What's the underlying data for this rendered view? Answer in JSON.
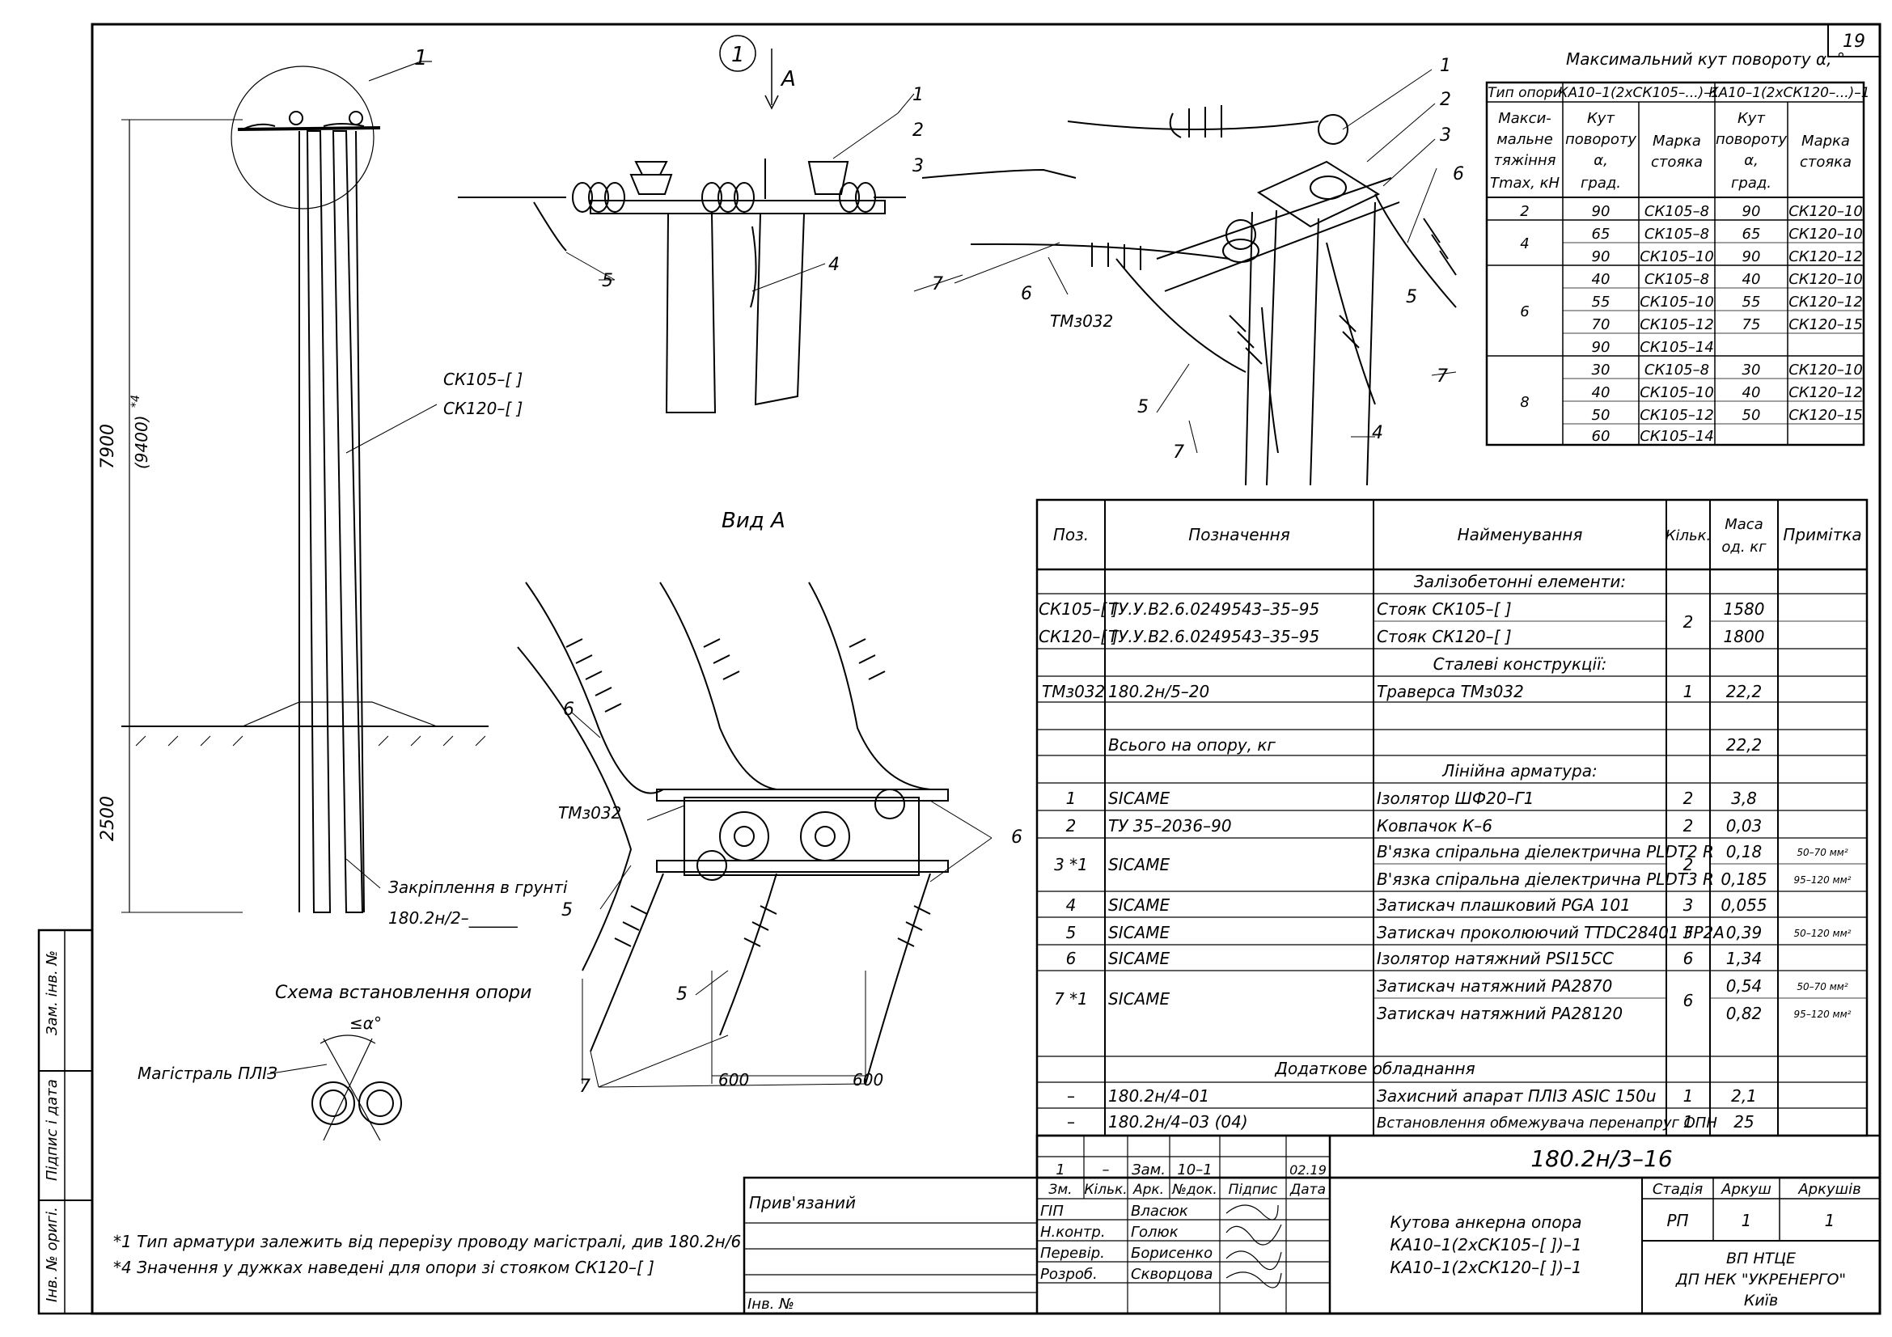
{
  "sheet": {
    "page_number": "19",
    "view_marker": "1",
    "view_arrow_label": "А",
    "view_a_title": "Вид А",
    "dims": {
      "height_main": "7900",
      "height_alt": "(9400)",
      "height_alt_note": "*4",
      "height_ground": "2500",
      "spacing_left": "600",
      "spacing_right": "600"
    },
    "labels": {
      "callout_1": "1",
      "pole_marks": [
        "СК105–[    ]",
        "СК120–[    ]"
      ],
      "anchor_label": "Закріплення в грунті",
      "anchor_ref": "180.2н/2–______",
      "traverse": "ТМз032",
      "scheme_title": "Схема встановлення опори",
      "angle_label": "≤α°",
      "main_line": "Магістраль ПЛІЗ"
    },
    "callouts": {
      "top": [
        "1",
        "2",
        "3",
        "5",
        "4"
      ],
      "iso": [
        "1",
        "2",
        "3",
        "6",
        "7",
        "6",
        "5",
        "5",
        "7",
        "4",
        "7"
      ],
      "view_a": [
        "6",
        "5",
        "5",
        "6",
        "7"
      ]
    },
    "notes": [
      "*1 Тип арматури залежить від перерізу проводу магістралі, див 180.2н/6",
      "*4 Значення у дужках наведені для опори зі стояком СК120–[  ]"
    ],
    "side_stamp": [
      "Інв. № оригі.",
      "Підпис і дата",
      "Зам. інв. №"
    ]
  },
  "angle_table": {
    "title": "Максимальний кут повороту α, °",
    "col_type": "Тип опори",
    "col_group1": "КА10–1(2хСК105–...)–1",
    "col_group2": "КА10–1(2хСК120–...)–1",
    "col_tension": [
      "Макси-",
      "мальне",
      "тяжіння",
      "Tmax, кН"
    ],
    "col_angle": [
      "Кут",
      "повороту",
      "α,",
      "град."
    ],
    "col_brand": [
      "Марка",
      "стояка"
    ],
    "rows": [
      [
        "2",
        "90",
        "СК105–8",
        "90",
        "СК120–10"
      ],
      [
        "4",
        "65",
        "СК105–8",
        "65",
        "СК120–10"
      ],
      [
        "",
        "90",
        "СК105–10",
        "90",
        "СК120–12"
      ],
      [
        "6",
        "40",
        "СК105–8",
        "40",
        "СК120–10"
      ],
      [
        "",
        "55",
        "СК105–10",
        "55",
        "СК120–12"
      ],
      [
        "",
        "70",
        "СК105–12",
        "75",
        "СК120–15"
      ],
      [
        "",
        "90",
        "СК105–14",
        "",
        ""
      ],
      [
        "8",
        "30",
        "СК105–8",
        "30",
        "СК120–10"
      ],
      [
        "",
        "40",
        "СК105–10",
        "40",
        "СК120–12"
      ],
      [
        "",
        "50",
        "СК105–12",
        "50",
        "СК120–15"
      ],
      [
        "",
        "60",
        "СК105–14",
        "",
        ""
      ]
    ]
  },
  "spec_table": {
    "headers": [
      "Поз.",
      "Позначення",
      "Найменування",
      "Кільк.",
      "Маса од. кг",
      "Примітка"
    ],
    "mass_header": [
      "Маса",
      "од. кг"
    ],
    "sections": {
      "concrete": "Залізобетонні елементи:",
      "steel": "Сталеві конструкції:",
      "fittings": "Лінійна арматура:",
      "extra": "Додаткове обладнання"
    },
    "rows": [
      [
        "СК105–[  ]",
        "ТУ.У.В2.6.0249543–35–95",
        "Стояк СК105–[          ]",
        "",
        "1580",
        ""
      ],
      [
        "СК120–[  ]",
        "ТУ.У.В2.6.0249543–35–95",
        "Стояк СК120–[          ]",
        "",
        "1800",
        ""
      ],
      [
        "ТМз032",
        "180.2н/5–20",
        "Траверса ТМз032",
        "1",
        "22,2",
        ""
      ],
      [
        "",
        "Всього на опору, кг",
        "",
        "",
        "22,2",
        ""
      ],
      [
        "1",
        "SICAME",
        "Ізолятор ШФ20–Г1",
        "2",
        "3,8",
        ""
      ],
      [
        "2",
        "ТУ 35–2036–90",
        "Ковпачок К–6",
        "2",
        "0,03",
        ""
      ],
      [
        "",
        "",
        "В'язка спіральна діелектрична PLDT2 R",
        "",
        "0,18",
        "50–70 мм²"
      ],
      [
        "",
        "",
        "В'язка спіральна діелектрична PLDT3 R",
        "",
        "0,185",
        "95–120 мм²"
      ],
      [
        "4",
        "SICAME",
        "Затискач плашковий PGA 101",
        "3",
        "0,055",
        ""
      ],
      [
        "5",
        "SICAME",
        "Затискач проколюючий TTDC28401 FP2A",
        "3",
        "0,39",
        "50–120 мм²"
      ],
      [
        "6",
        "SICAME",
        "Ізолятор натяжний PSI15CC",
        "6",
        "1,34",
        ""
      ],
      [
        "",
        "",
        "Затискач натяжний PA2870",
        "",
        "0,54",
        "50–70 мм²"
      ],
      [
        "",
        "",
        "Затискач натяжний PA28120",
        "",
        "0,82",
        "95–120 мм²"
      ],
      [
        "–",
        "180.2н/4–01",
        "Захисний апарат ПЛІЗ ASIC 150u",
        "1",
        "2,1",
        ""
      ],
      [
        "–",
        "180.2н/4–03 (04)",
        "Встановлення обмежувача перенапруг ОПН",
        "1",
        "25",
        ""
      ]
    ],
    "merged": {
      "concrete_qty": "2",
      "pos3": "3 *1",
      "pos3_designation": "SICAME",
      "pos3_qty": "2",
      "pos7": "7 *1",
      "pos7_designation": "SICAME",
      "pos7_qty": "6"
    }
  },
  "title_block": {
    "doc_number": "180.2н/3–16",
    "change_row": [
      "1",
      "–",
      "Зам.",
      "10–1",
      "",
      "02.19"
    ],
    "change_headers": [
      "Зм.",
      "Кільк.",
      "Арк.",
      "№док.",
      "Підпис",
      "Дата"
    ],
    "people": [
      [
        "ГІП",
        "Власюк"
      ],
      [
        "Н.контр.",
        "Голюк"
      ],
      [
        "Перевір.",
        "Борисенко"
      ],
      [
        "Розроб.",
        "Скворцова"
      ]
    ],
    "bound_label": "Прив'язаний",
    "inv_label": "Інв. №",
    "name_lines": [
      "Кутова анкерна опора",
      "КА10–1(2хСК105–[        ])–1",
      "КА10–1(2хСК120–[        ])–1"
    ],
    "stage_headers": [
      "Стадія",
      "Аркуш",
      "Аркушів"
    ],
    "stage_values": [
      "РП",
      "1",
      "1"
    ],
    "org_lines": [
      "ВП НТЦЕ",
      "ДП НЕК \"УКРЕНЕРГО\"",
      "Київ"
    ]
  }
}
